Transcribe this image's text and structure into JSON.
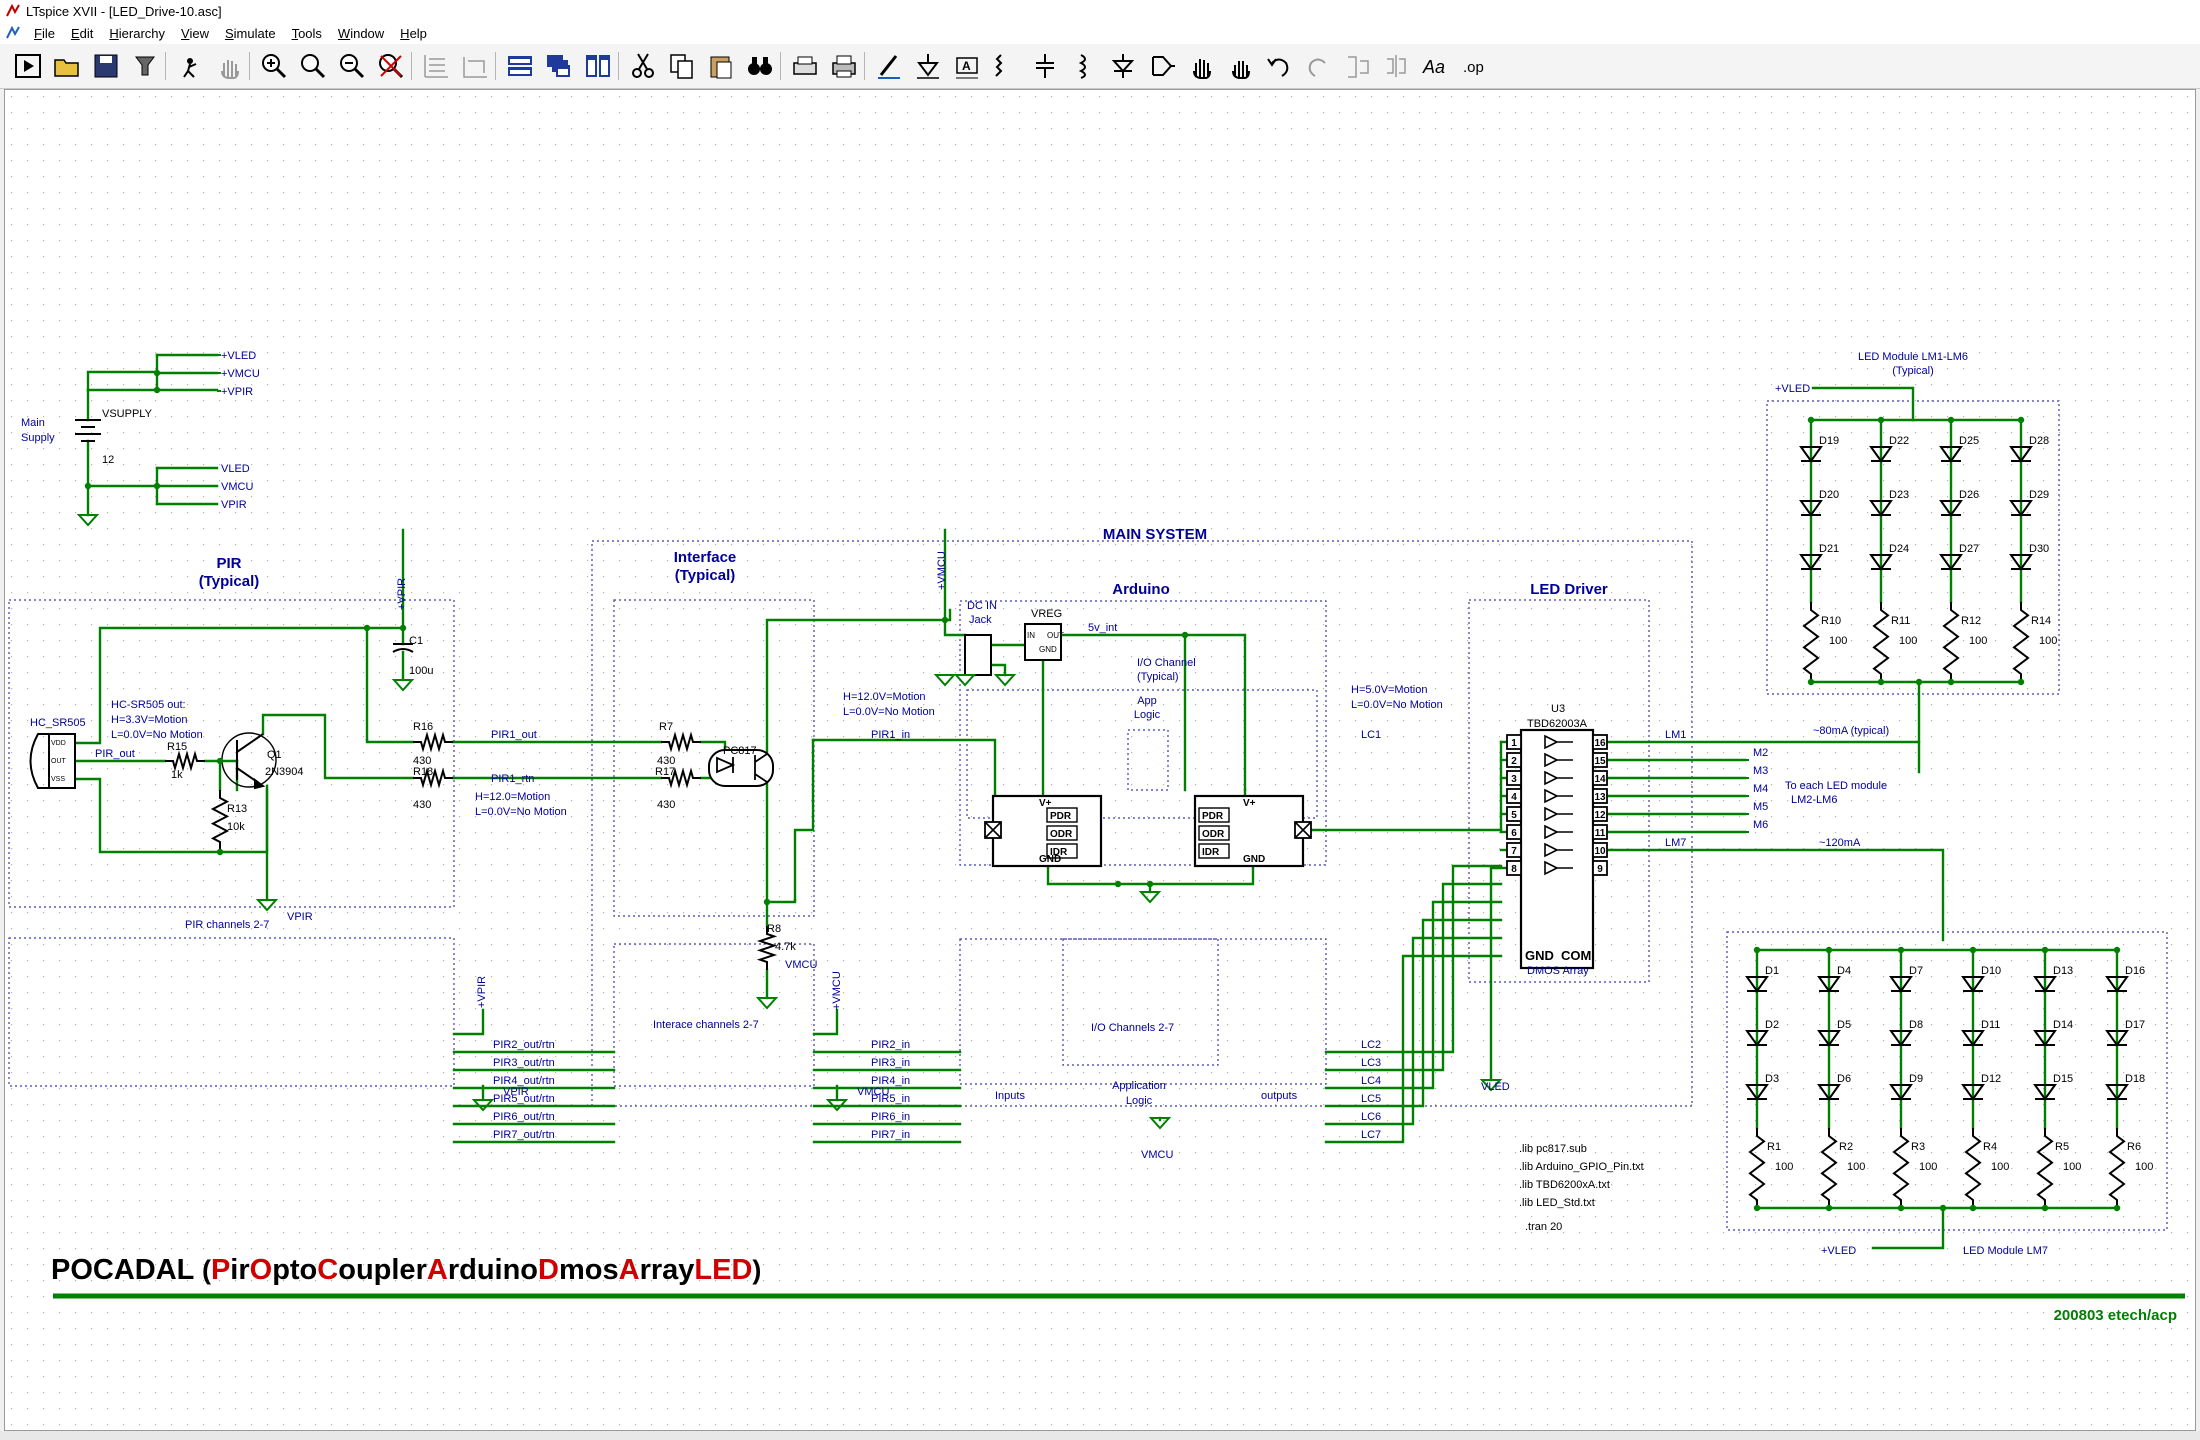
{
  "window": {
    "title": "LTspice XVII - [LED_Drive-10.asc]"
  },
  "menu": {
    "items": [
      {
        "key": "F",
        "rest": "ile"
      },
      {
        "key": "E",
        "rest": "dit"
      },
      {
        "key": "H",
        "rest": "ierarchy"
      },
      {
        "key": "V",
        "rest": "iew"
      },
      {
        "key": "S",
        "rest": "imulate"
      },
      {
        "key": "T",
        "rest": "ools"
      },
      {
        "key": "W",
        "rest": "indow"
      },
      {
        "key": "H",
        "rest": "elp"
      }
    ]
  },
  "toolbar": {
    "icons": [
      "run-icon",
      "open-icon",
      "save-icon",
      "control-panel-icon",
      "halt-icon",
      "pan-icon",
      "zoom-in-icon",
      "zoom-pan-icon",
      "zoom-out-icon",
      "zoom-cancel-icon",
      "autorange-icon",
      "ruler-icon",
      "tile-horizontal-icon",
      "cascade-icon",
      "tile-vertical-icon",
      "cut-icon",
      "copy-icon",
      "paste-icon",
      "find-icon",
      "print-setup-icon",
      "print-icon",
      "draw-wire-icon",
      "ground-icon",
      "label-net-icon",
      "resistor-icon",
      "capacitor-icon",
      "inductor-icon",
      "diode-icon",
      "component-icon",
      "move-icon",
      "drag-icon",
      "undo-icon",
      "redo-icon",
      "rotate-icon",
      "mirror-icon",
      "text-icon",
      "spice-directive-icon"
    ]
  },
  "colors": {
    "wire": "#008000",
    "label": "#000099",
    "part": "#000000",
    "dots": "#b5b5b5",
    "accent_red": "#d00000"
  },
  "schematic": {
    "supply": {
      "title1": "Main",
      "title2": "Supply",
      "name": "VSUPPLY",
      "value": "12",
      "top_nets": [
        "+VLED",
        "+VMCU",
        "+VPIR"
      ],
      "bottom_nets": [
        "VLED",
        "VMCU",
        "VPIR"
      ]
    },
    "pir": {
      "title": "PIR",
      "subtitle": "(Typical)",
      "module": "HC_SR505",
      "pins": [
        "VDD",
        "OUT",
        "VSS"
      ],
      "note": [
        "HC-SR505 out:",
        "H=3.3V=Motion",
        "L=0.0V=No Motion"
      ],
      "net_out": "PIR_out",
      "r15": {
        "name": "R15",
        "value": "1k"
      },
      "r13": {
        "name": "R13",
        "value": "10k"
      },
      "q1": {
        "name": "Q1",
        "value": "2N3904"
      },
      "c1": {
        "name": "C1",
        "value": "100u"
      },
      "r16": {
        "name": "R16",
        "value": "430"
      },
      "r18": {
        "name": "R18",
        "value": "430"
      },
      "vpir_top": "+VPIR",
      "vpir_gnd": "VPIR",
      "channels": "PIR channels 2-7",
      "ch_vpir_top": "+VPIR",
      "ch_vpir_gnd": "VPIR"
    },
    "interface": {
      "title": "Interface",
      "subtitle": "(Typical)",
      "r7": {
        "name": "R7",
        "value": "430"
      },
      "r17": {
        "name": "R17",
        "value": "430"
      },
      "r8": {
        "name": "R8",
        "value": "4.7k"
      },
      "opto": "PC817",
      "net_out": "PIR1_out",
      "net_rtn": "PIR1_rtn",
      "net_in": "PIR1_in",
      "note": [
        "H=12.0=Motion",
        "L=0.0V=No Motion"
      ],
      "vmcu_gnd": "VMCU",
      "channels": "Interace channels 2-7",
      "ch_vmcu_top": "+VMCU",
      "ch_vmcu_gnd": "VMCU",
      "bus_left": [
        "PIR2_out/rtn",
        "PIR3_out/rtn",
        "PIR4_out/rtn",
        "PIR5_out/rtn",
        "PIR6_out/rtn",
        "PIR7_out/rtn"
      ],
      "bus_right": [
        "PIR2_in",
        "PIR3_in",
        "PIR4_in",
        "PIR5_in",
        "PIR6_in",
        "PIR7_in"
      ]
    },
    "main": {
      "title": "MAIN SYSTEM",
      "vmcu_top": "+VMCU",
      "vmcu_gnd": "VMCU"
    },
    "arduino": {
      "title": "Arduino",
      "dcin1": "DC IN",
      "dcin2": "Jack",
      "vreg": "VREG",
      "vreg_pins": [
        "IN",
        "OUT",
        "GND"
      ],
      "vint": "5v_int",
      "ioch1": "I/O Channel",
      "ioch2": "(Typical)",
      "app1": "App",
      "app2": "Logic",
      "note_in": [
        "H=12.0V=Motion",
        "L=0.0V=No Motion"
      ],
      "note_out": [
        "H=5.0V=Motion",
        "L=0.0V=No Motion"
      ],
      "blk": [
        "V+",
        "PDR",
        "ODR",
        "IDR",
        "GND"
      ],
      "net_lc1": "LC1",
      "io_channels": "I/O Channels 2-7",
      "inputs": "Inputs",
      "apl1": "Application",
      "apl2": "Logic",
      "outputs": "outputs",
      "lc_bus": [
        "LC2",
        "LC3",
        "LC4",
        "LC5",
        "LC6",
        "LC7"
      ]
    },
    "driver": {
      "title": "LED Driver",
      "name": "U3",
      "part": "TBD62003A",
      "in_pins": [
        "1",
        "2",
        "3",
        "4",
        "5",
        "6",
        "7",
        "8"
      ],
      "out_pins": [
        "16",
        "15",
        "14",
        "13",
        "12",
        "11",
        "10",
        "9"
      ],
      "gnd": "GND",
      "com": "COM",
      "sub": "DMOS Array",
      "vled_gnd": "VLED",
      "outs": [
        "LM1",
        "M2",
        "M3",
        "M4",
        "M5",
        "M6",
        "LM7"
      ],
      "note_lm1": "~80mA (typical)",
      "note_each1": "To each LED module",
      "note_each2": "LM2-LM6",
      "note_lm7": "~120mA"
    },
    "lm16": {
      "title1": "LED Module LM1-LM6",
      "title2": "(Typical)",
      "vled": "+VLED",
      "columns": [
        {
          "d": [
            "D19",
            "D20",
            "D21"
          ],
          "r": "R10",
          "v": "100"
        },
        {
          "d": [
            "D22",
            "D23",
            "D24"
          ],
          "r": "R11",
          "v": "100"
        },
        {
          "d": [
            "D25",
            "D26",
            "D27"
          ],
          "r": "R12",
          "v": "100"
        },
        {
          "d": [
            "D28",
            "D29",
            "D30"
          ],
          "r": "R14",
          "v": "100"
        }
      ]
    },
    "lm7": {
      "title": "LED Module LM7",
      "vled": "+VLED",
      "columns": [
        {
          "d": [
            "D1",
            "D2",
            "D3"
          ],
          "r": "R1",
          "v": "100"
        },
        {
          "d": [
            "D4",
            "D5",
            "D6"
          ],
          "r": "R2",
          "v": "100"
        },
        {
          "d": [
            "D7",
            "D8",
            "D9"
          ],
          "r": "R3",
          "v": "100"
        },
        {
          "d": [
            "D10",
            "D11",
            "D12"
          ],
          "r": "R4",
          "v": "100"
        },
        {
          "d": [
            "D13",
            "D14",
            "D15"
          ],
          "r": "R5",
          "v": "100"
        },
        {
          "d": [
            "D16",
            "D17",
            "D18"
          ],
          "r": "R6",
          "v": "100"
        }
      ]
    },
    "directives": [
      ".lib pc817.sub",
      ".lib Arduino_GPIO_Pin.txt",
      ".lib TBD6200xA.txt",
      ".lib LED_Std.txt"
    ],
    "tran": ".tran 20",
    "banner": {
      "lead": "POCADAL",
      "open": "(",
      "close": ")",
      "parts": [
        {
          "t": "P",
          "red": true
        },
        {
          "t": "ir",
          "red": false
        },
        {
          "t": "O",
          "red": true
        },
        {
          "t": "pto",
          "red": false
        },
        {
          "t": "C",
          "red": true
        },
        {
          "t": "oupler",
          "red": false
        },
        {
          "t": "A",
          "red": true
        },
        {
          "t": "rduino",
          "red": false
        },
        {
          "t": "D",
          "red": true
        },
        {
          "t": "mos",
          "red": false
        },
        {
          "t": "A",
          "red": true
        },
        {
          "t": "rray",
          "red": false
        },
        {
          "t": "LED",
          "red": true
        }
      ]
    },
    "footer": "200803 etech/acp"
  }
}
